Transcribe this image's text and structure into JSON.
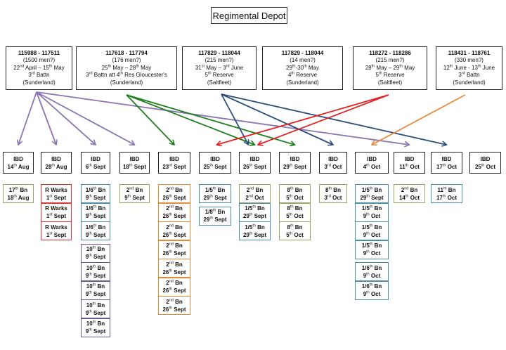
{
  "title": "Regimental Depot",
  "sources": [
    {
      "range": "115988 - 117511",
      "men": "(1500 men?)",
      "dates": "22nd April – 15th May",
      "unit": "3rd Battn",
      "place": "(Sunderland)",
      "arrow_color": "#8a74b4"
    },
    {
      "range": "117618 - 117794",
      "men": "(176 men?)",
      "dates": "25th May – 28th May",
      "unit": "3rd Battn att 4th Res Gloucester's",
      "place": "(Sunderland)",
      "arrow_color": "#1e7f1e"
    },
    {
      "range": "117829 - 118044",
      "men": "(215 men?)",
      "dates": "31st May – 3rd June",
      "unit": "5th Reserve",
      "place": "(Saltfleet)",
      "arrow_color": "#2b4f7c"
    },
    {
      "range": "117829 - 118044",
      "men": "(14 men?)",
      "dates": "29th-30th May",
      "unit": "4th Reserve",
      "place": "(Sunderland)",
      "arrow_color": null
    },
    {
      "range": "118272 - 118286",
      "men": "(215 men?)",
      "dates": "28th May – 29th May",
      "unit": "5th Reserve",
      "place": "(Saltfleet)",
      "arrow_color": "#e52222"
    },
    {
      "range": "118431 - 118761",
      "men": "(330 men?)",
      "dates": "12th June - 13th June",
      "unit": "3rd Battn",
      "place": "(Sunderland)",
      "arrow_color": "#e8883a"
    }
  ],
  "ibd_columns": [
    {
      "label": "IBD",
      "date": "14th Aug",
      "entries": [
        {
          "bn": "17th Bn",
          "date": "18th Aug",
          "color": "olive"
        }
      ]
    },
    {
      "label": "IBD",
      "date": "28th Aug",
      "entries": [
        {
          "bn": "R Warks",
          "date": "1st Sept",
          "color": "red"
        },
        {
          "bn": "R Warks",
          "date": "1st Sept",
          "color": "red"
        },
        {
          "bn": "R Warks",
          "date": "1st Sept",
          "color": "red"
        }
      ]
    },
    {
      "label": "IBD",
      "date": "6th Sept",
      "entries": [
        {
          "bn": "1/6th Bn",
          "date": "9th Sept",
          "color": "blue"
        },
        {
          "bn": "1/6th Bn",
          "date": "9th Sept",
          "color": "blue"
        },
        {
          "bn": "1/6th Bn",
          "date": "9th Sept",
          "color": "blue"
        },
        {
          "bn": "10th Bn",
          "date": "9th Sept",
          "color": "purple",
          "gap": true
        },
        {
          "bn": "10th Bn",
          "date": "9th Sept",
          "color": "purple"
        },
        {
          "bn": "10th Bn",
          "date": "9th Sept",
          "color": "purple"
        },
        {
          "bn": "10th Bn",
          "date": "9th Sept",
          "color": "purple"
        },
        {
          "bn": "10th Bn",
          "date": "9th Sept",
          "color": "purple"
        }
      ]
    },
    {
      "label": "IBD",
      "date": "18th Sept",
      "entries": [
        {
          "bn": "2nd Bn",
          "date": "9th Sept",
          "color": "olive"
        }
      ]
    },
    {
      "label": "IBD",
      "date": "23rd Sept",
      "entries": [
        {
          "bn": "2nd Bn",
          "date": "26th Sept",
          "color": "orange"
        },
        {
          "bn": "2nd Bn",
          "date": "26th Sept",
          "color": "orange"
        },
        {
          "bn": "2nd Bn",
          "date": "26th Sept",
          "color": "orange"
        },
        {
          "bn": "2nd Bn",
          "date": "26th Sept",
          "color": "orange"
        },
        {
          "bn": "2nd Bn",
          "date": "26th Sept",
          "color": "orange"
        },
        {
          "bn": "2nd Bn",
          "date": "26th Sept",
          "color": "orange"
        },
        {
          "bn": "2nd Bn",
          "date": "26th Sept",
          "color": "orange"
        }
      ]
    },
    {
      "label": "IBD",
      "date": "25th Sept",
      "entries": [
        {
          "bn": "1/5th Bn",
          "date": "29th Sept",
          "color": "blue"
        },
        {
          "bn": "1/8th Bn",
          "date": "29th Sept",
          "color": "blue",
          "gap": true
        }
      ]
    },
    {
      "label": "IBD",
      "date": "26th Sept",
      "entries": [
        {
          "bn": "2nd Bn",
          "date": "2nd Oct",
          "color": "olive"
        },
        {
          "bn": "1/5th Bn",
          "date": "29th Sept",
          "color": "blue"
        },
        {
          "bn": "1/5th Bn",
          "date": "29th Sept",
          "color": "blue"
        }
      ]
    },
    {
      "label": "IBD",
      "date": "29th Sept",
      "entries": [
        {
          "bn": "8th Bn",
          "date": "5th Oct",
          "color": "olive"
        },
        {
          "bn": "8th Bn",
          "date": "5th Oct",
          "color": "olive"
        },
        {
          "bn": "8th Bn",
          "date": "5th Oct",
          "color": "olive"
        }
      ]
    },
    {
      "label": "IBD",
      "date": "3rd Oct",
      "entries": [
        {
          "bn": "8th Bn",
          "date": "3rd Oct",
          "color": "olive"
        }
      ]
    },
    {
      "label": "IBD",
      "date": "4th Oct",
      "entries": [
        {
          "bn": "1/5th Bn",
          "date": "29th Sept",
          "color": "blue"
        },
        {
          "bn": "1/5th Bn",
          "date": "9th Oct",
          "color": "blue"
        },
        {
          "bn": "1/5th Bn",
          "date": "9th Oct",
          "color": "blue"
        },
        {
          "bn": "1/5th Bn",
          "date": "9th Oct",
          "color": "blue"
        },
        {
          "bn": "1/6th Bn",
          "date": "9th Oct",
          "color": "blue",
          "gap": true
        },
        {
          "bn": "1/6th Bn",
          "date": "9th Oct",
          "color": "blue"
        }
      ]
    },
    {
      "label": "IBD",
      "date": "11th Oct",
      "entries": [
        {
          "bn": "2nd Bn",
          "date": "14th Oct",
          "color": "olive"
        }
      ]
    },
    {
      "label": "IBD",
      "date": "17th Oct",
      "entries": [
        {
          "bn": "11th Bn",
          "date": "17th Oct",
          "color": "blue"
        }
      ]
    },
    {
      "label": "IBD",
      "date": "25th Oct",
      "entries": []
    }
  ],
  "arrows": [
    {
      "from": 0,
      "to_ibd": 0
    },
    {
      "from": 0,
      "to_ibd": 1
    },
    {
      "from": 0,
      "to_ibd": 2
    },
    {
      "from": 0,
      "to_ibd": 3
    },
    {
      "from": 0,
      "to_ibd": 10
    },
    {
      "from": 1,
      "to_ibd": 4
    },
    {
      "from": 1,
      "to_ibd": 6
    },
    {
      "from": 1,
      "to_ibd": 7
    },
    {
      "from": 2,
      "to_ibd": 6
    },
    {
      "from": 2,
      "to_ibd": 8
    },
    {
      "from": 2,
      "to_ibd": 11
    },
    {
      "from": 4,
      "to_ibd": 5
    },
    {
      "from": 4,
      "to_ibd": 6
    },
    {
      "from": 5,
      "to_ibd": 9
    }
  ],
  "colors": {
    "olive": "#9aa46a",
    "red": "#e03535",
    "blue": "#4a8fa8",
    "purple": "#6a5a92",
    "orange": "#e68a36"
  }
}
